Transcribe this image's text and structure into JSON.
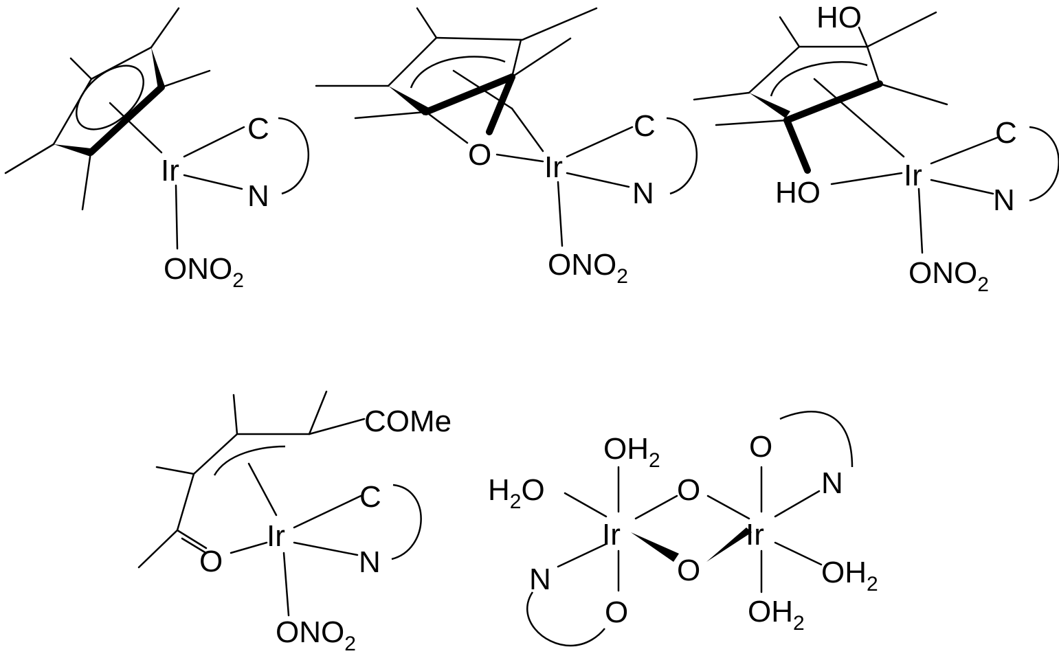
{
  "labels": {
    "ir": "Ir",
    "c": "C",
    "n": "N",
    "o": "O",
    "ho": "HO",
    "onitro": "ONO",
    "two": "2",
    "come": "COMe",
    "oh": "OH",
    "h": "H",
    "h2o_o": "O"
  }
}
